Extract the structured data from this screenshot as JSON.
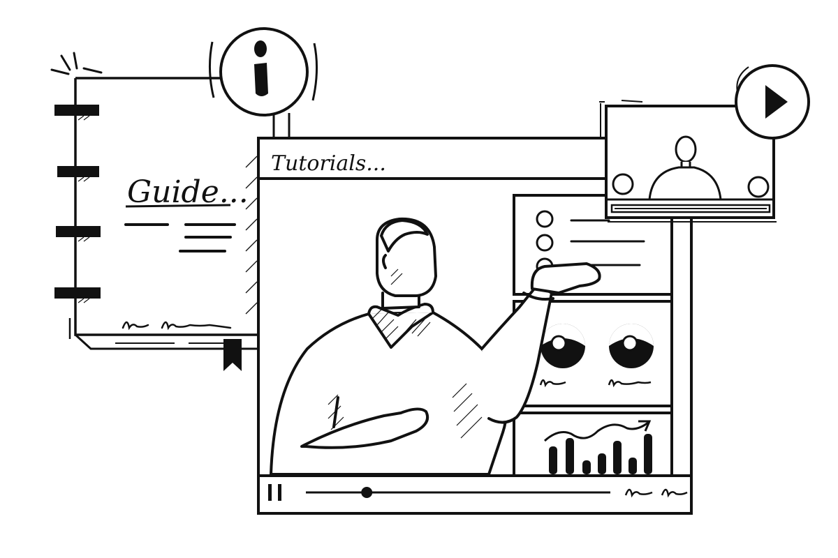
{
  "guide": {
    "title": "Guide..."
  },
  "tutorial_window": {
    "title": "Tutorials..."
  },
  "video_controls": {
    "pause_icon": "pause-icon",
    "progress": 0.2
  },
  "icons": {
    "info": "info-icon",
    "play": "play-icon",
    "bookmark": "bookmark-icon"
  },
  "colors": {
    "ink": "#111111",
    "paper": "#ffffff"
  }
}
